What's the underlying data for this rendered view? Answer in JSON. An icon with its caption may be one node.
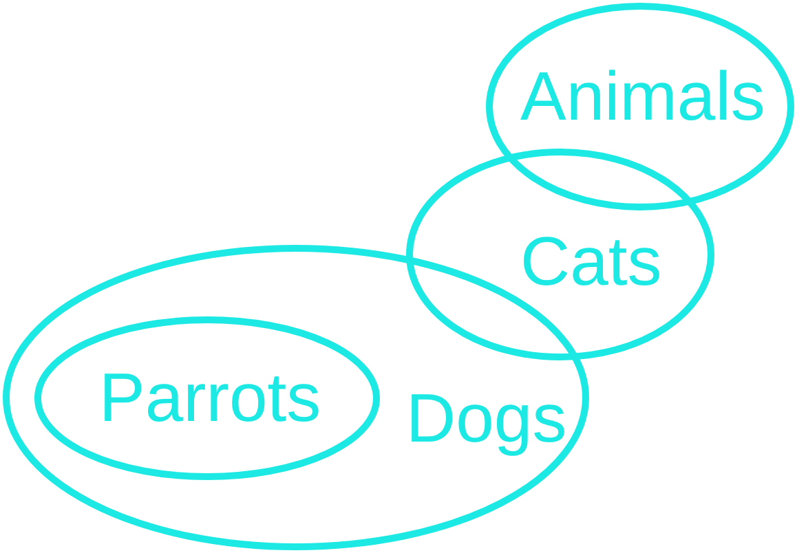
{
  "diagram": {
    "nodes": [
      {
        "text": [
          "Animals"
        ]
      },
      {
        "text": [
          "Cats"
        ]
      },
      {
        "text": [
          "Dogs"
        ]
      },
      {
        "text": [
          "Parrots"
        ],
        "in": 2
      }
    ]
  }
}
